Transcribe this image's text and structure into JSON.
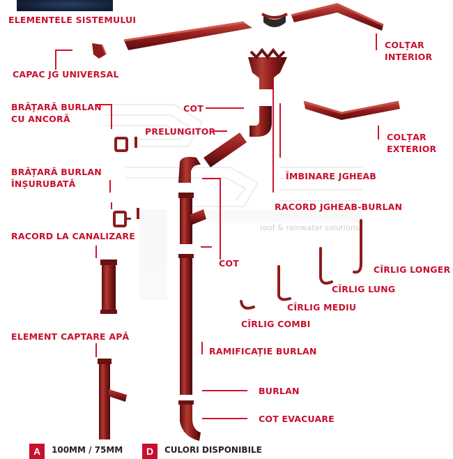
{
  "colors": {
    "label_red": "#c8102e",
    "product_red": "#8e1c1c",
    "line_red": "#d0142c"
  },
  "labels": {
    "elemente_sistem": "ELEMENTELE SISTEMULUI",
    "capac": "CAPAC JG UNIVERSAL",
    "bratara_ancora_1": "BRĂȚARĂ BURLAN",
    "bratara_ancora_2": "CU ANCORĂ",
    "bratara_insurubata_1": "BRĂȚARĂ BURLAN",
    "bratara_insurubata_2": "ÎNȘURUBATĂ",
    "racord_canalizare": "RACORD LA CANALIZARE",
    "element_captare": "ELEMENT CAPTARE APĂ",
    "cot_top": "COT",
    "prelungitor": "PRELUNGITOR",
    "cot_mid": "COT",
    "coltar_interior_1": "COLȚAR",
    "coltar_interior_2": "INTERIOR",
    "coltar_exterior_1": "COLȚAR",
    "coltar_exterior_2": "EXTERIOR",
    "imbinare": "ÎMBINARE JGHEAB",
    "racord_jgheab": "RACORD  JGHEAB-BURLAN",
    "cirlig_longer": "CÎRLIG LONGER",
    "cirlig_lung": "CÎRLIG LUNG",
    "cirlig_mediu": "CÎRLIG MEDIU",
    "cirlig_combi": "CÎRLIG COMBI",
    "ramificatie": "RAMIFICAȚIE BURLAN",
    "burlan": "BURLAN",
    "cot_evacuare": "COT EVACUARE"
  },
  "watermark": {
    "text": "roof & rainwater solutions"
  },
  "footer": {
    "badge_a": "A",
    "text_a": "100MM / 75MM",
    "badge_b": "D",
    "text_b": "CULORI DISPONIBILE"
  }
}
